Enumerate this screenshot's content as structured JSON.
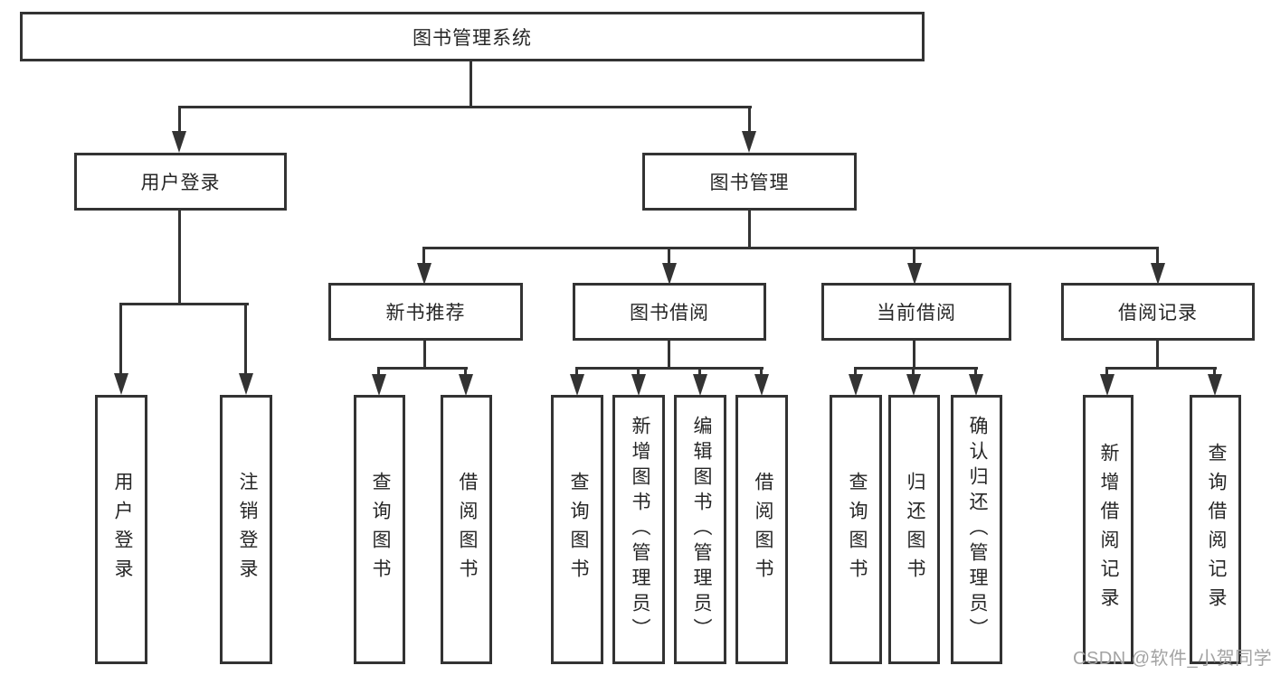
{
  "d": {
    "root": "图书管理系统",
    "branches": [
      {
        "label": "用户登录",
        "children": [
          "用户登录",
          "注销登录"
        ]
      },
      {
        "label": "图书管理",
        "sections": [
          {
            "label": "新书推荐",
            "children": [
              "查询图书",
              "借阅图书"
            ]
          },
          {
            "label": "图书借阅",
            "children": [
              "查询图书",
              "新增图书（管理员）",
              "编辑图书（管理员）",
              "借阅图书"
            ]
          },
          {
            "label": "当前借阅",
            "children": [
              "查询图书",
              "归还图书",
              "确认归还（管理员）"
            ]
          },
          {
            "label": "借阅记录",
            "children": [
              "新增借阅记录",
              "查询借阅记录"
            ]
          }
        ]
      }
    ],
    "watermark": "CSDN @软件_小贺同学",
    "colors": {
      "line": "#333333",
      "text": "#262626",
      "watermark": "#a3a3a3",
      "background": "#ffffff"
    }
  }
}
